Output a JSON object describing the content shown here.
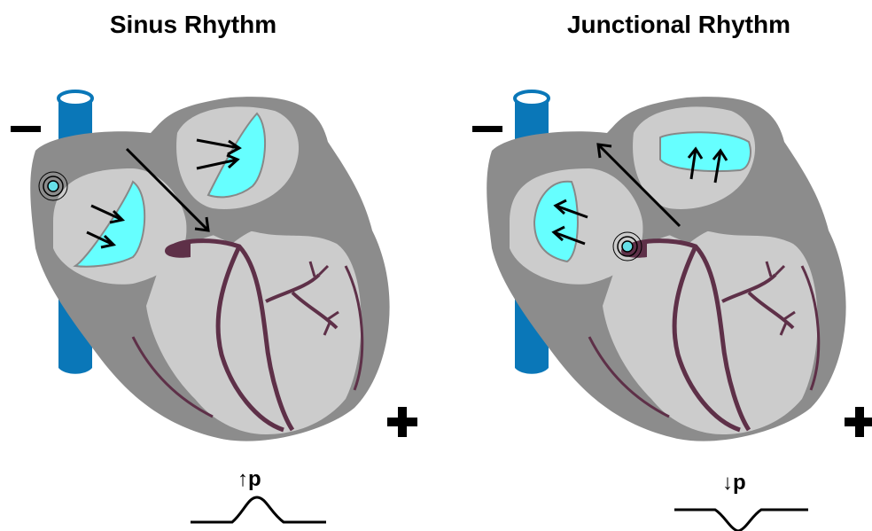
{
  "panels": [
    {
      "title": "Sinus Rhythm",
      "p_wave_label": "↑p",
      "p_wave_direction": "upright"
    },
    {
      "title": "Junctional Rhythm",
      "p_wave_label": "↓p",
      "p_wave_direction": "inverted"
    }
  ],
  "electrodes": {
    "negative": "−",
    "positive": "+"
  },
  "colors": {
    "vessel": "#0a77b8",
    "heart_outer": "#8c8c8c",
    "heart_inner": "#cccccc",
    "atrial_activation": "#66ffff",
    "conduction": "#5e3048",
    "node": "#66e0e8"
  }
}
